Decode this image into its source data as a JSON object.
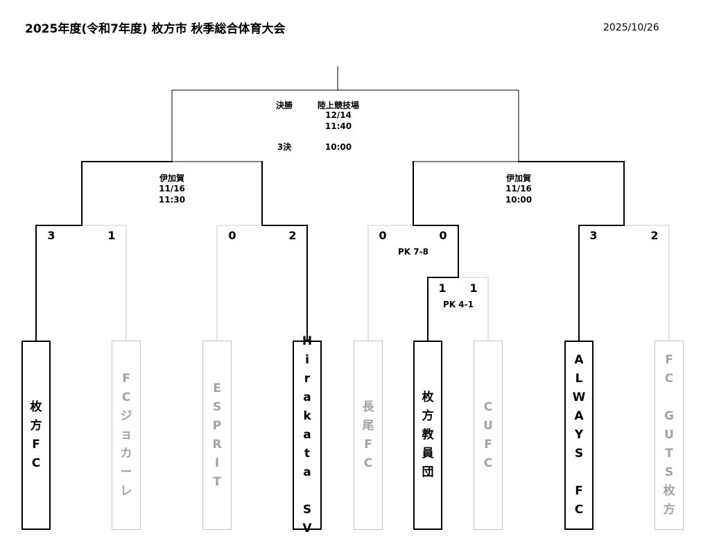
{
  "header": {
    "title": "2025年度(令和7年度)  枚方市  秋季総合体育大会",
    "date": "2025/10/26"
  },
  "final": {
    "label": "決勝",
    "venue": "陸上競技場",
    "date": "12/14",
    "time": "11:40",
    "third_label": "3決",
    "third_time": "10:00"
  },
  "semis": [
    {
      "venue": "伊加賀",
      "date": "11/16",
      "time": "11:30"
    },
    {
      "venue": "伊加賀",
      "date": "11/16",
      "time": "10:00"
    }
  ],
  "scores": [
    "3",
    "1",
    "0",
    "2",
    "0",
    "0",
    "1",
    "1",
    "3",
    "2"
  ],
  "pk": [
    "PK 7-8",
    "PK 4-1"
  ],
  "teams": [
    {
      "name": [
        "枚",
        "方",
        "F",
        "C"
      ],
      "winner": true
    },
    {
      "name": [
        "F",
        "C",
        "ジ",
        "ョ",
        "カ",
        "ー",
        "レ"
      ],
      "winner": false
    },
    {
      "name": [
        "E",
        "S",
        "P",
        "R",
        "I",
        "T"
      ],
      "winner": false
    },
    {
      "name": [
        "H",
        "i",
        "r",
        "a",
        "k",
        "a",
        "t",
        "a",
        "",
        "S",
        "V"
      ],
      "winner": true
    },
    {
      "name": [
        "長",
        "尾",
        "F",
        "C"
      ],
      "winner": false
    },
    {
      "name": [
        "枚",
        "方",
        "教",
        "員",
        "団"
      ],
      "winner": true
    },
    {
      "name": [
        "C",
        "U",
        "F",
        "C"
      ],
      "winner": false
    },
    {
      "name": [
        "A",
        "L",
        "W",
        "A",
        "Y",
        "S",
        "",
        "F",
        "C"
      ],
      "winner": true
    },
    {
      "name": [
        "F",
        "C",
        "",
        "G",
        "U",
        "T",
        "S",
        "枚",
        "方"
      ],
      "winner": false
    }
  ]
}
